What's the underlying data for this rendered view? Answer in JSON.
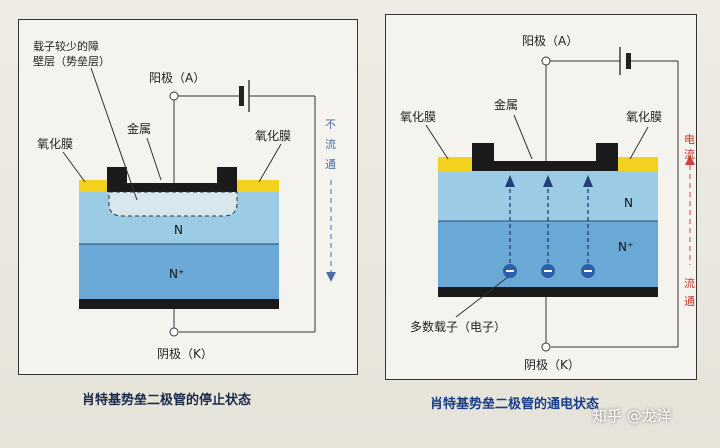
{
  "left": {
    "depletion_label_line1": "载子较少的障",
    "depletion_label_line2": "壁层（势垒层）",
    "anode": "阳极（A）",
    "metal": "金属",
    "oxide_left": "氧化膜",
    "oxide_right": "氧化膜",
    "n_region": "N",
    "nplus_region": "N⁺",
    "cathode": "阴极（K）",
    "flow_chars": [
      "不",
      "流",
      "通"
    ],
    "caption": "肖特基势垒二极管的停止状态"
  },
  "right": {
    "anode": "阳极（A）",
    "metal": "金属",
    "oxide_left": "氧化膜",
    "oxide_right": "氧化膜",
    "n_region": "N",
    "nplus_region": "N⁺",
    "carriers": "多数载子（电子）",
    "cathode": "阴极（K）",
    "current_chars": [
      "电",
      "流"
    ],
    "flow_chars": [
      "流",
      "通"
    ],
    "caption": "肖特基势垒二极管的通电状态"
  },
  "watermark": "知乎 @龙洋",
  "colors": {
    "oxide": "#f2d21e",
    "n_region": "#9ccbe6",
    "nplus_region": "#6aa8d6",
    "metal": "#1a1a1a",
    "depletion": "#d8e6ee",
    "electron": "#2c5fa8",
    "current_red": "#d04040"
  }
}
